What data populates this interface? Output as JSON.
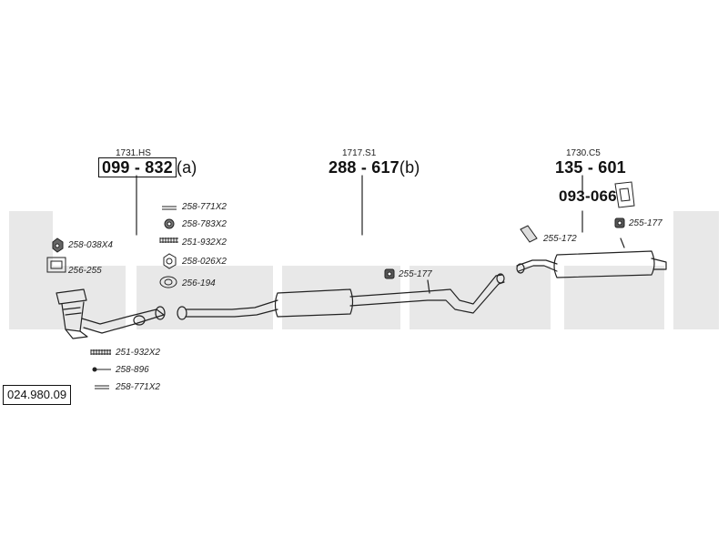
{
  "assembly_refs": [
    {
      "label": "1731.HS",
      "code": "099 - 832",
      "suffix": "(a)"
    },
    {
      "label": "1717.S1",
      "code": "288 - 617",
      "suffix": "(b)"
    },
    {
      "label": "1730.C5",
      "code": "135 - 601",
      "suffix": ""
    }
  ],
  "bracket_code": "093-066",
  "parts_left": [
    "258-038X4",
    "256-255",
    "251-932X2",
    "258-896",
    "258-771X2"
  ],
  "parts_middle": [
    "258-771X2",
    "258-783X2",
    "251-932X2",
    "258-026X2",
    "256-194"
  ],
  "parts_pipe": [
    "255-177"
  ],
  "parts_rear": [
    "255-172",
    "255-177"
  ],
  "diagram_number": "024.980.09",
  "colors": {
    "line": "#222222",
    "watermark": "#e6e6e6"
  }
}
